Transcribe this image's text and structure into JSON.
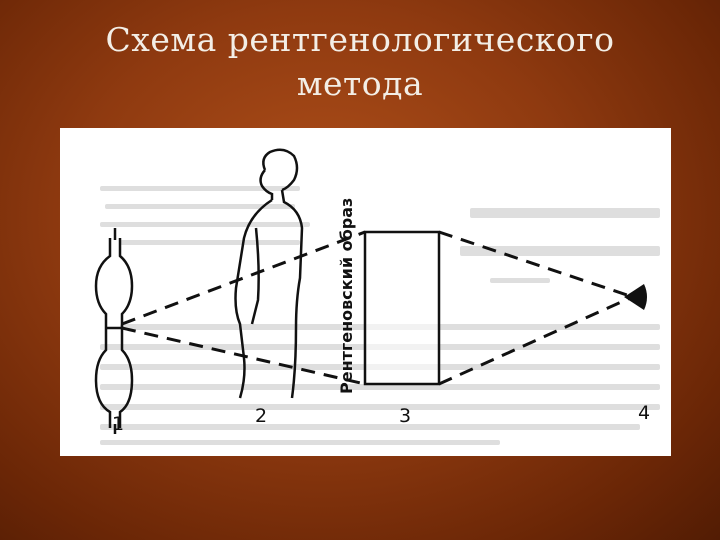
{
  "title": {
    "line1": "Схема рентгенологического",
    "line2": "метода"
  },
  "diagram": {
    "vertical_label": "Рентгеновский образ",
    "numbers": {
      "tube": "1",
      "patient": "2",
      "image": "3",
      "eye": "4"
    }
  },
  "colors": {
    "background": "#8f3a10",
    "title_text": "#f3eee6",
    "figure_bg": "#ffffff",
    "ink": "#111111",
    "bleed_text": "#bdbdbd"
  }
}
